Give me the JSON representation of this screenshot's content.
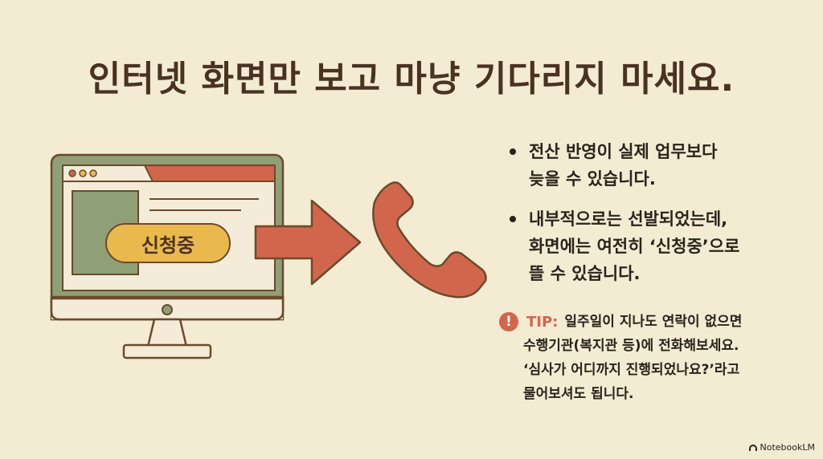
{
  "title": "인터넷 화면만 보고 마냥 기다리지 마세요.",
  "badge": "신청중",
  "bullets": [
    {
      "lines": [
        "전산 반영이 실제 업무보다",
        "늦을 수 있습니다."
      ]
    },
    {
      "lines": [
        "내부적으로는 선발되었는데,",
        "화면에는 여전히 ‘신청중’으로",
        "뜰 수 있습니다."
      ]
    }
  ],
  "tip": {
    "label": "TIP:",
    "lines": [
      "일주일이 지나도 연락이 없으면",
      "수행기관(복지관 등)에 전화해보세요.",
      "‘심사가 어디까지 진행되었나요?’라고",
      "물어보셔도 됩니다."
    ]
  },
  "brand": "NotebookLM",
  "colors": {
    "background": "#f3ecd2",
    "accent_red": "#d2664c",
    "badge_yellow": "#e9b94e",
    "sage": "#8f9f76",
    "title_brown": "#4a3222"
  },
  "icons": [
    "monitor-icon",
    "arrow-right-icon",
    "phone-icon",
    "exclamation-icon"
  ]
}
